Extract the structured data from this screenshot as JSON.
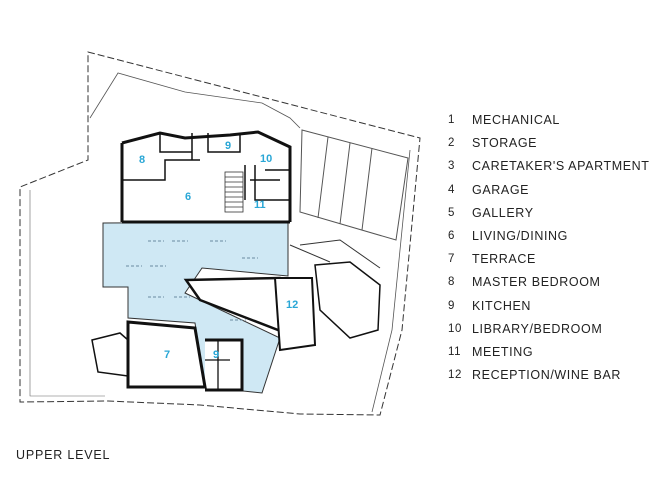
{
  "legend": [
    {
      "num": "1",
      "label": "MECHANICAL"
    },
    {
      "num": "2",
      "label": "STORAGE"
    },
    {
      "num": "3",
      "label": "CARETAKER'S APARTMENT"
    },
    {
      "num": "4",
      "label": "GARAGE"
    },
    {
      "num": "5",
      "label": "GALLERY"
    },
    {
      "num": "6",
      "label": "LIVING/DINING"
    },
    {
      "num": "7",
      "label": "TERRACE"
    },
    {
      "num": "8",
      "label": "MASTER BEDROOM"
    },
    {
      "num": "9",
      "label": "KITCHEN"
    },
    {
      "num": "10",
      "label": "LIBRARY/BEDROOM"
    },
    {
      "num": "11",
      "label": "MEETING"
    },
    {
      "num": "12",
      "label": "RECEPTION/WINE BAR"
    }
  ],
  "plan_labels": {
    "master_bedroom": "8",
    "kitchen_top": "9",
    "library": "10",
    "living": "6",
    "meeting": "11",
    "reception": "12",
    "terrace": "7",
    "kitchen_bottom": "9"
  },
  "footer": "UPPER LEVEL",
  "colors": {
    "terrace_fill": "#cfe8f4",
    "label_blue": "#2aa7d6",
    "wall": "#111111"
  }
}
